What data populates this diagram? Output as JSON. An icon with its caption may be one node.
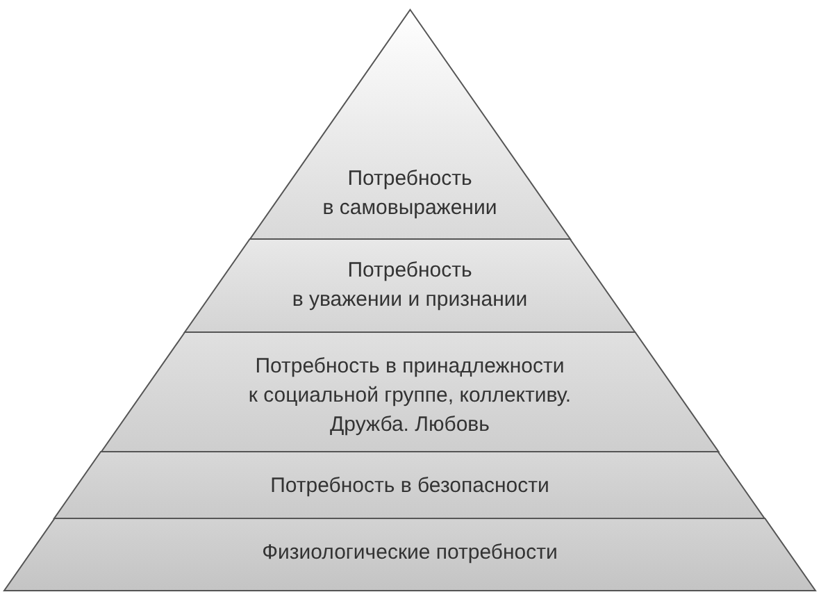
{
  "diagram": {
    "nodes": [
      {
        "text": [
          "Потребность в самовыражении"
        ]
      },
      {
        "text": [
          "Потребность в уважении и признании"
        ]
      },
      {
        "text": [
          "Потребность в принадлежности к социальной группе, коллективу. Дружба. Любовь"
        ]
      },
      {
        "text": [
          "Потребность в безопасности"
        ]
      },
      {
        "text": [
          "Физиологические потребности"
        ]
      }
    ]
  }
}
